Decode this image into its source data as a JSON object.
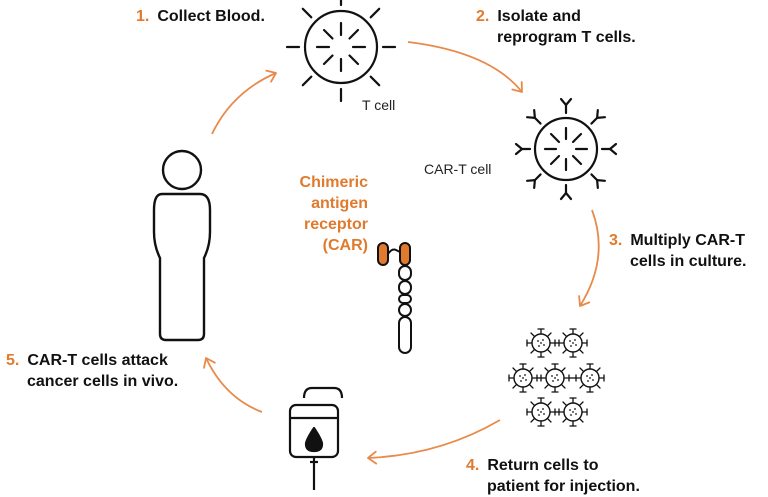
{
  "colors": {
    "accent": "#e07a2e",
    "ink": "#111111",
    "arrow": "#e88a4a"
  },
  "steps": [
    {
      "number": "1.",
      "lines": [
        "Collect Blood."
      ]
    },
    {
      "number": "2.",
      "lines": [
        "Isolate and",
        "reprogram T cells."
      ]
    },
    {
      "number": "3.",
      "lines": [
        "Multiply CAR-T",
        "cells in culture."
      ]
    },
    {
      "number": "4.",
      "lines": [
        "Return cells to",
        "patient for injection."
      ]
    },
    {
      "number": "5.",
      "lines": [
        "CAR-T cells attack",
        "cancer cells in vivo."
      ]
    }
  ],
  "labels": {
    "t_cell": "T cell",
    "car_t_cell": "CAR-T cell",
    "car_lines": [
      "Chimeric",
      "antigen",
      "receptor",
      "(CAR)"
    ]
  },
  "icons": [
    "person-icon",
    "t-cell-icon",
    "car-t-cell-icon",
    "car-receptor-icon",
    "cell-cluster-icon",
    "iv-bag-icon"
  ]
}
